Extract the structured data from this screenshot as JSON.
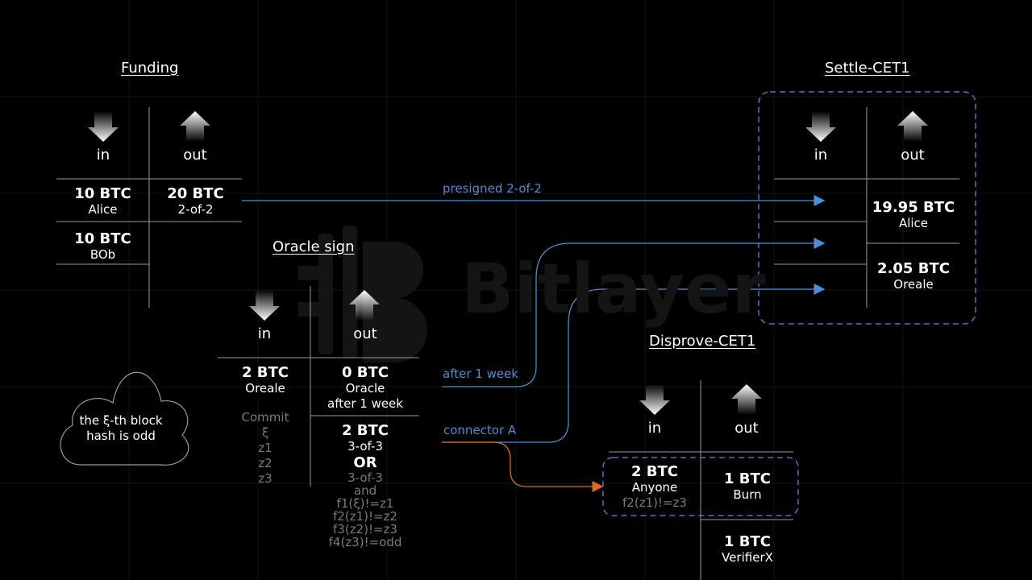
{
  "watermark": {
    "text": "Bitlayer"
  },
  "funding": {
    "title": "Funding",
    "in_label": "in",
    "out_label": "out",
    "inputs": [
      {
        "amount": "10 BTC",
        "owner": "Alice"
      },
      {
        "amount": "10 BTC",
        "owner": "BOb"
      }
    ],
    "outputs": [
      {
        "amount": "20 BTC",
        "owner": "2-of-2"
      }
    ]
  },
  "oracle_sign": {
    "title": "Oracle sign",
    "in_label": "in",
    "out_label": "out",
    "input": {
      "amount": "2 BTC",
      "owner": "Oreale",
      "notes": [
        "Commit",
        "ξ",
        "z1",
        "z2",
        "z3"
      ]
    },
    "outputs": [
      {
        "amount": "0 BTC",
        "owner": "Oracle",
        "condition": "after 1 week"
      },
      {
        "amount": "2 BTC",
        "owner": "3-of-3",
        "or": "OR",
        "notes": [
          "3-of-3",
          "and",
          "f1(ξ)!=z1",
          "f2(z1)!=z2",
          "f3(z2)!=z3",
          "f4(z3)!=odd"
        ]
      }
    ]
  },
  "settle_cet1": {
    "title": "Settle-CET1",
    "in_label": "in",
    "out_label": "out",
    "outputs": [
      {
        "amount": "19.95 BTC",
        "owner": "Alice"
      },
      {
        "amount": "2.05 BTC",
        "owner": "Oreale"
      }
    ]
  },
  "disprove_cet1": {
    "title": "Disprove-CET1",
    "in_label": "in",
    "out_label": "out",
    "input": {
      "amount": "2 BTC",
      "owner": "Anyone",
      "condition": "f2(z1)!=z3"
    },
    "outputs": [
      {
        "amount": "1 BTC",
        "owner": "Burn"
      },
      {
        "amount": "1 BTC",
        "owner": "VerifierX"
      }
    ]
  },
  "edges": {
    "presigned": "presigned 2-of-2",
    "after_week": "after 1 week",
    "connector": "connector A"
  },
  "cloud": {
    "text_line1": "the ξ-th block",
    "text_line2": "hash is odd"
  },
  "colors": {
    "blue": "#4a8fd6",
    "orange": "#e06a1e",
    "line": "#8a8a8a",
    "dash": "#3f7cc4"
  }
}
